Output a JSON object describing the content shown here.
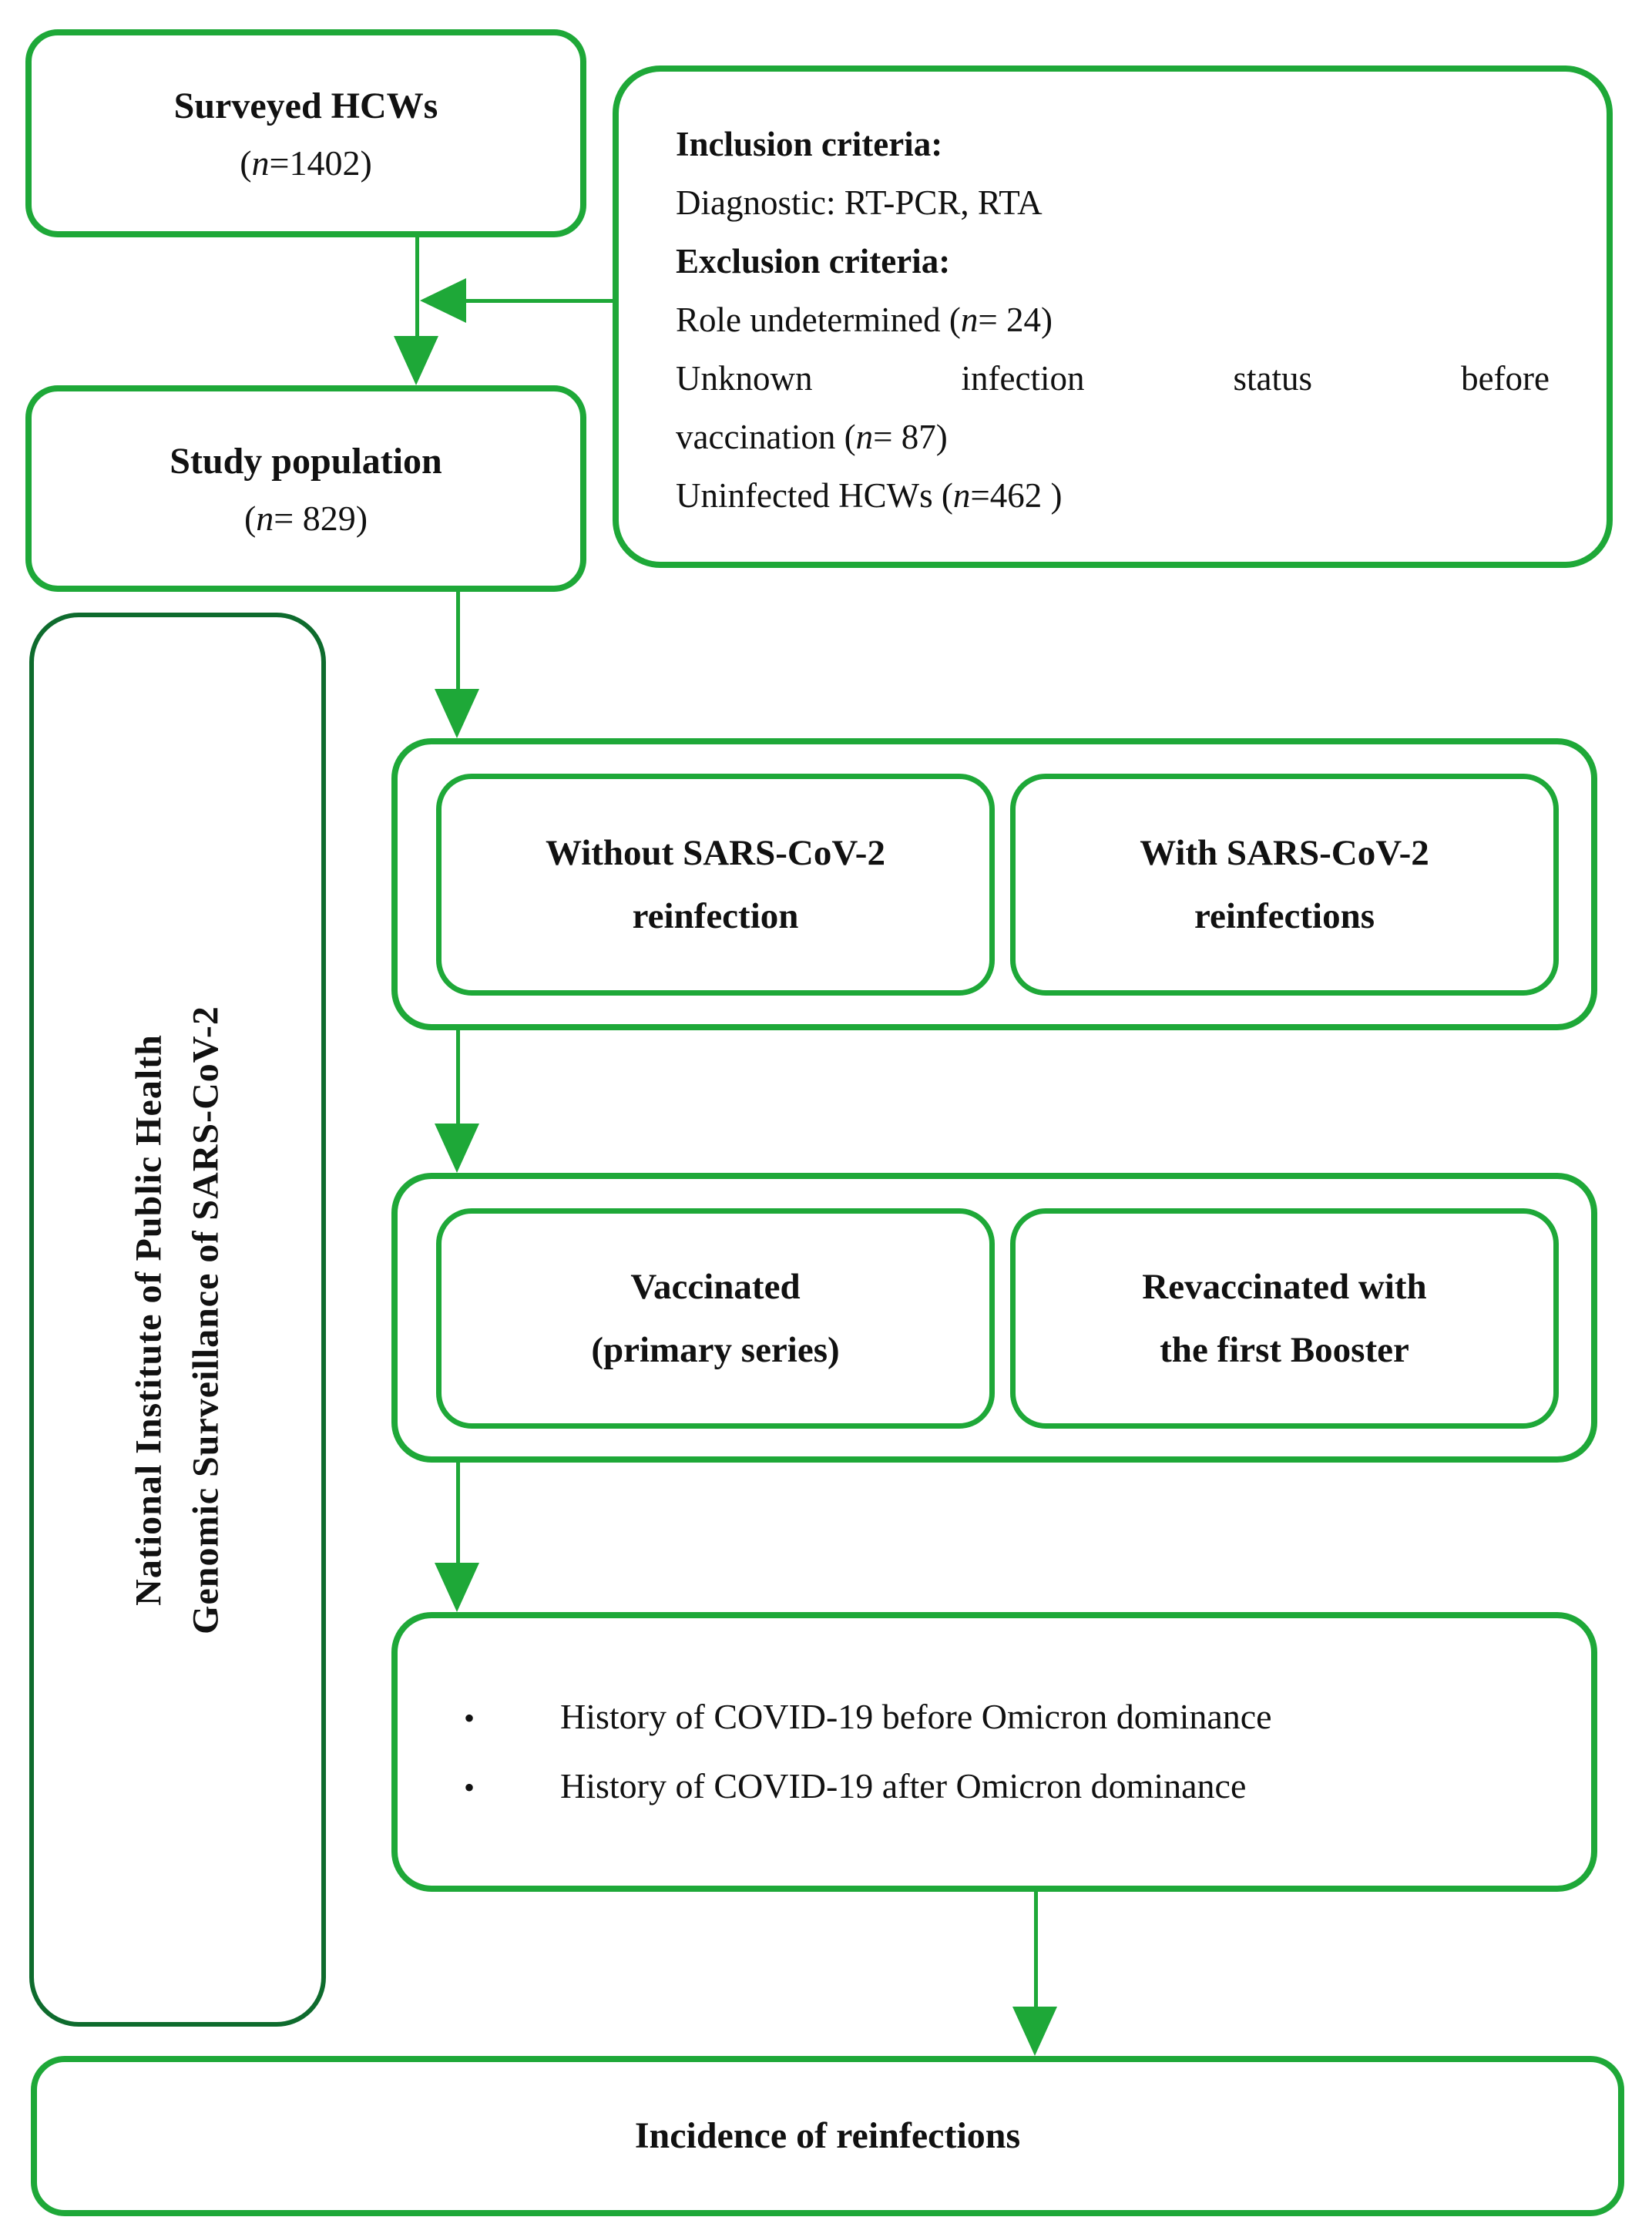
{
  "flowchart": {
    "colors": {
      "green": "#1ea838",
      "dark_green": "#0e6b2d"
    },
    "surveyed": {
      "title": "Surveyed HCWs",
      "count_pre": "(",
      "count_n": "n",
      "count_post": "=1402)"
    },
    "criteria": {
      "inclusion_header": "Inclusion criteria:",
      "diagnostic_line": "Diagnostic: RT-PCR, RTA",
      "exclusion_header": "Exclusion criteria:",
      "role_pre": "Role undetermined (",
      "role_n": "n",
      "role_post": "= 24)",
      "unknown_line": "Unknown infection status before",
      "vaccination_pre": "vaccination (",
      "vaccination_n": "n",
      "vaccination_post": "= 87)",
      "uninfected_pre": "Uninfected HCWs (",
      "uninfected_n": "n",
      "uninfected_post": "=462 )"
    },
    "study": {
      "title": "Study population",
      "count_pre": "(",
      "count_n": "n",
      "count_post": "= 829)"
    },
    "sidebar": {
      "line1": "National Institute of Public Health",
      "line2": "Genomic Surveillance of SARS-CoV-2"
    },
    "reinfection_group": {
      "left": {
        "line1": "Without SARS-CoV-2",
        "line2": "reinfection"
      },
      "right": {
        "line1": "With SARS-CoV-2",
        "line2": "reinfections"
      }
    },
    "vaccination_group": {
      "left": {
        "line1": "Vaccinated",
        "line2": "(primary series)"
      },
      "right": {
        "line1": "Revaccinated with",
        "line2": "the first Booster"
      }
    },
    "history": {
      "bullet": "•",
      "items": [
        "History of COVID-19 before Omicron dominance",
        "History of COVID-19 after Omicron dominance"
      ]
    },
    "outcome": {
      "title": "Incidence of reinfections"
    }
  }
}
